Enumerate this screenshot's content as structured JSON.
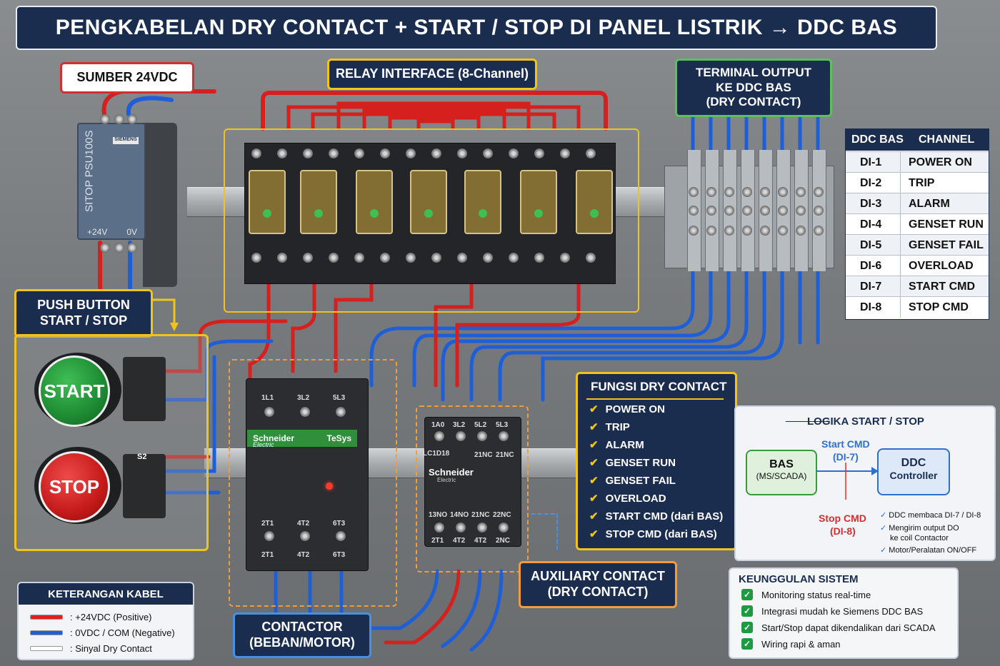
{
  "title": "PENGKABELAN DRY CONTACT + START / STOP DI PANEL LISTRIK → DDC BAS",
  "labels": {
    "power_source": "SUMBER 24VDC",
    "relay_interface": "RELAY INTERFACE (8-Channel)",
    "terminal_output": "TERMINAL OUTPUT\nKE DDC BAS\n(DRY CONTACT)",
    "push_button": "PUSH BUTTON\nSTART / STOP",
    "contactor": "CONTACTOR\n(BEBAN/MOTOR)",
    "auxiliary": "AUXILIARY CONTACT\n(DRY CONTACT)"
  },
  "psu": {
    "model": "SITOP PSU100S",
    "brand": "SIEMENS",
    "plus": "+24V",
    "zero": "0V"
  },
  "buttons": {
    "start": "START",
    "stop": "STOP",
    "s2": "S2"
  },
  "contactor_main": {
    "brand": "Schneider",
    "brand_sub": "Electric",
    "series": "TeSys",
    "top_terminals": [
      "1L1",
      "3L2",
      "5L3"
    ],
    "bottom_terminals": [
      "2T1",
      "4T2",
      "6T3"
    ],
    "bottom_terminals_b": [
      "2T1",
      "4T2",
      "6T3"
    ]
  },
  "contactor_aux": {
    "brand": "Schneider",
    "brand_sub": "Electric",
    "model": "LC1D18",
    "top_terminals": [
      "1A0",
      "3L2",
      "5L2",
      "5L3"
    ],
    "mid_terminals": [
      "21NC",
      "21NC"
    ],
    "low_terminals": [
      "13NO",
      "14NO",
      "21NC",
      "22NC"
    ],
    "bottom_terminals": [
      "2T1",
      "4T2",
      "4T2",
      "2NC"
    ]
  },
  "table": {
    "col1": "DDC BAS",
    "col2": "CHANNEL",
    "rows": [
      {
        "di": "DI-1",
        "ch": "POWER ON"
      },
      {
        "di": "DI-2",
        "ch": "TRIP"
      },
      {
        "di": "DI-3",
        "ch": "ALARM"
      },
      {
        "di": "DI-4",
        "ch": "GENSET RUN"
      },
      {
        "di": "DI-5",
        "ch": "GENSET FAIL"
      },
      {
        "di": "DI-6",
        "ch": "OVERLOAD"
      },
      {
        "di": "DI-7",
        "ch": "START CMD"
      },
      {
        "di": "DI-8",
        "ch": "STOP CMD"
      }
    ]
  },
  "fungsi": {
    "title": "FUNGSI DRY CONTACT",
    "items": [
      "POWER ON",
      "TRIP",
      "ALARM",
      "GENSET RUN",
      "GENSET FAIL",
      "OVERLOAD",
      "START CMD (dari BAS)",
      "STOP CMD (dari BAS)"
    ]
  },
  "logic": {
    "title": "LOGIKA START / STOP",
    "bas": "BAS",
    "bas_sub": "(MS/SCADA)",
    "ddc": "DDC",
    "ddc_sub": "Controller",
    "start_cmd": "Start CMD",
    "start_di": "(DI-7)",
    "stop_cmd": "Stop CMD",
    "stop_di": "(DI-8)",
    "notes": [
      "DDC membaca DI-7 / DI-8",
      "Mengirim output DO",
      "ke coil Contactor",
      "Motor/Peralatan ON/OFF"
    ]
  },
  "keunggulan": {
    "title": "KEUNGGULAN SISTEM",
    "items": [
      "Monitoring status real-time",
      "Integrasi mudah ke Siemens DDC BAS",
      "Start/Stop dapat dikendalikan dari SCADA",
      "Wiring rapi & aman"
    ]
  },
  "legend": {
    "title": "KETERANGAN KABEL",
    "items": [
      {
        "color": "#e0201e",
        "text": ": +24VDC (Positive)"
      },
      {
        "color": "#1e5fd8",
        "text": ": 0VDC / COM (Negative)"
      },
      {
        "color": "#ffffff",
        "text": ": Sinyal Dry Contact"
      }
    ]
  },
  "colors": {
    "navy": "#1b2d4f",
    "yellow": "#f0c419",
    "red_wire": "#e0201e",
    "blue_wire": "#1e5fd8",
    "green": "#1e9a42",
    "orange": "#f39c3c"
  }
}
